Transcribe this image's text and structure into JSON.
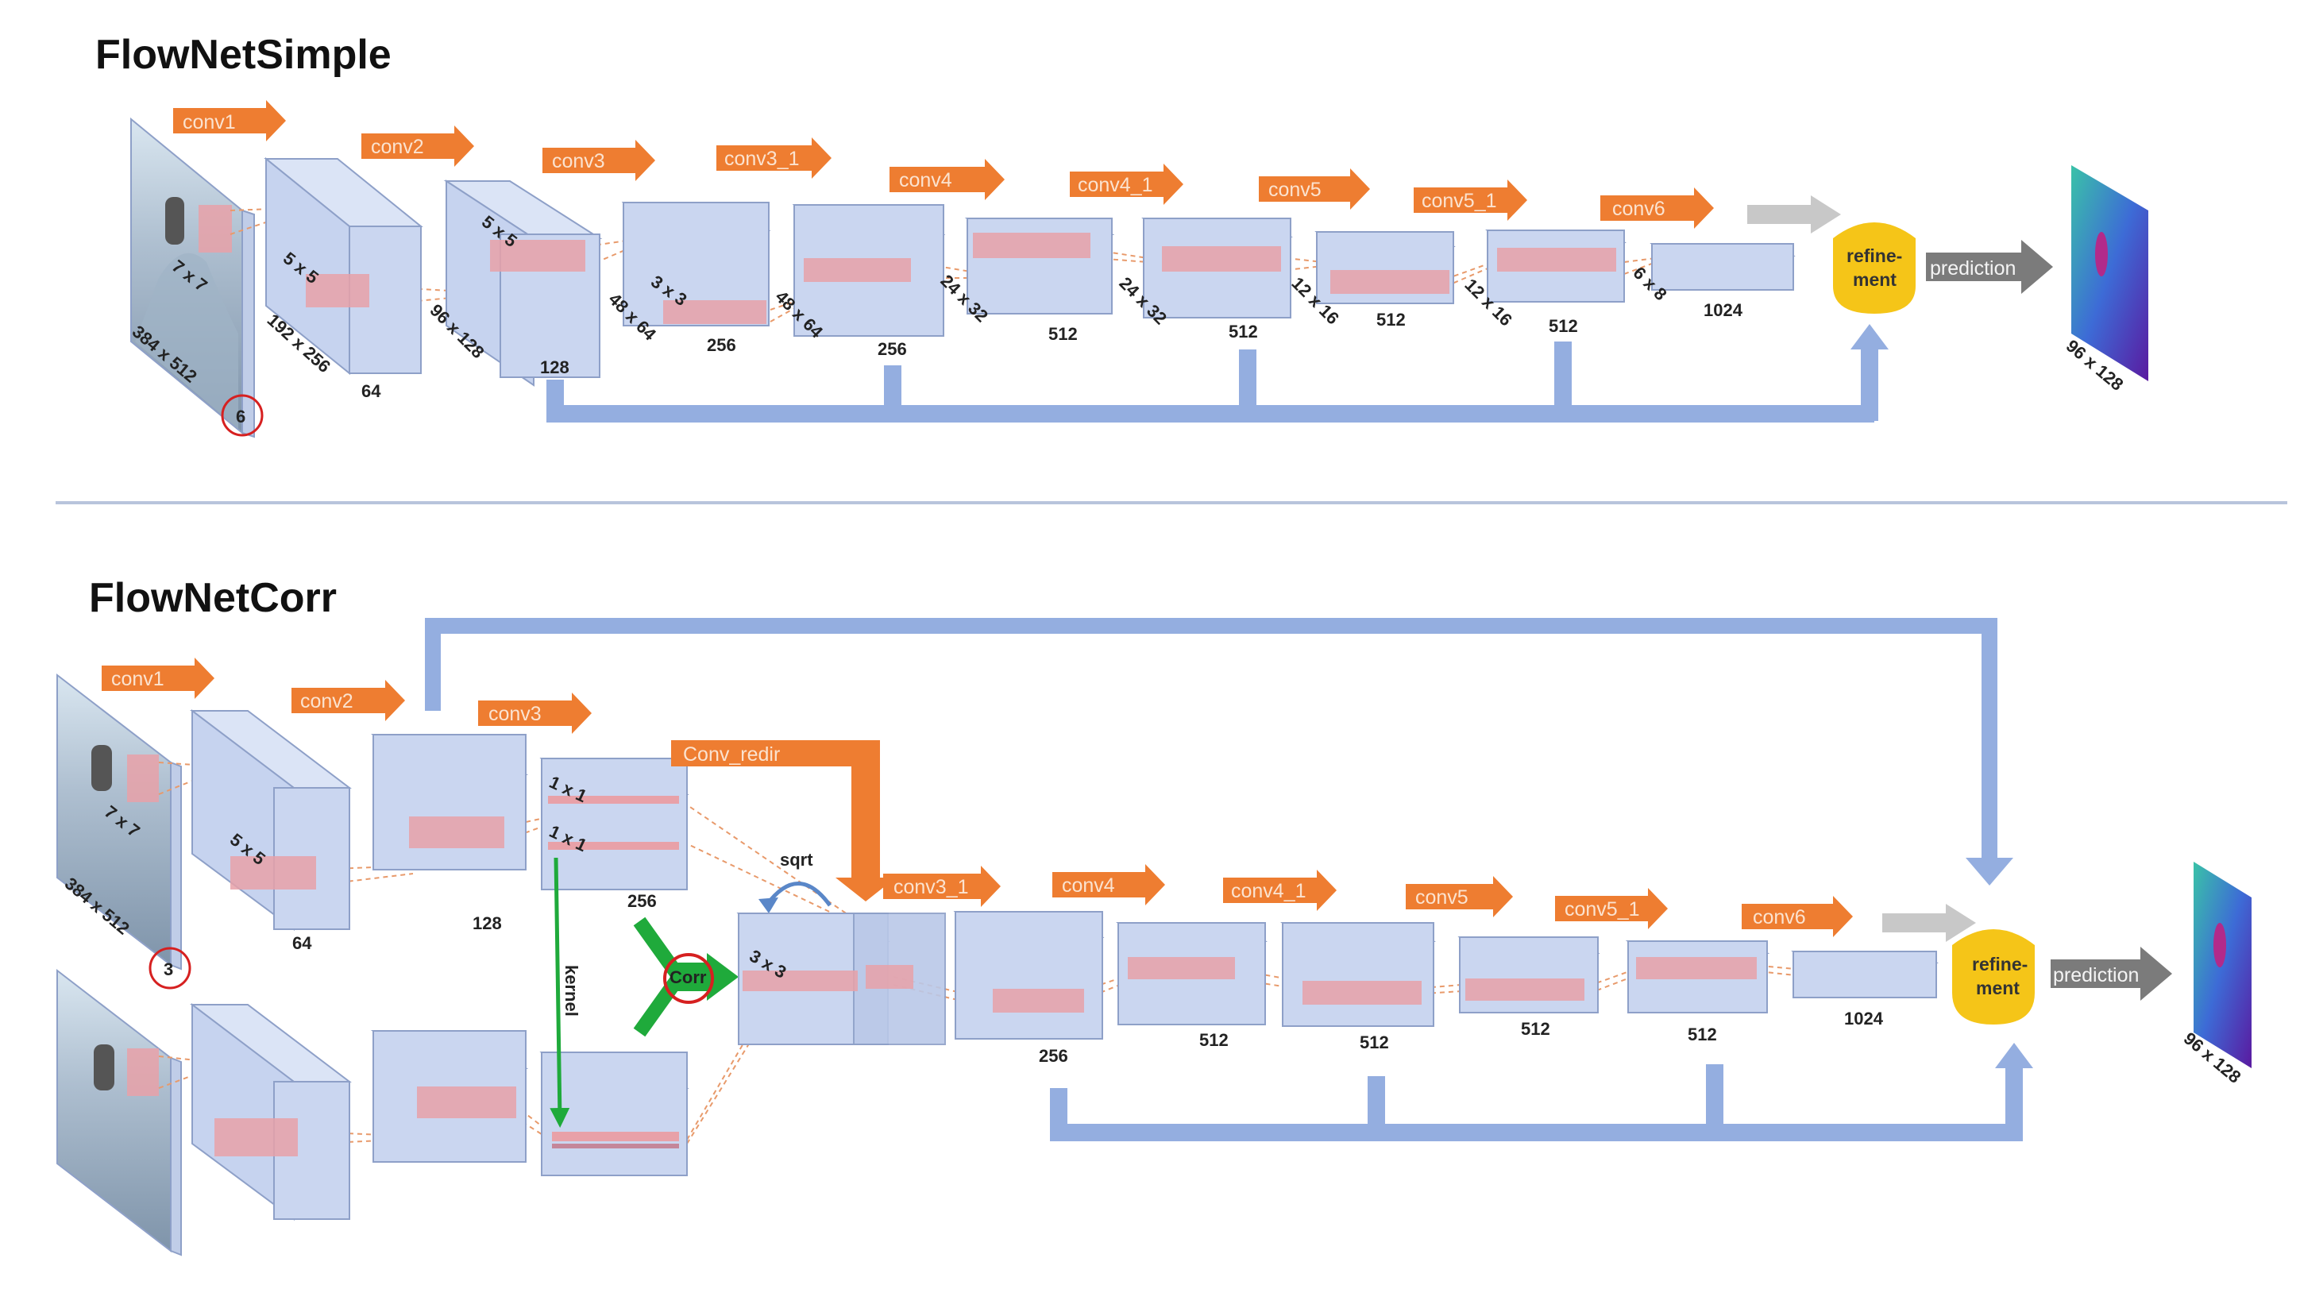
{
  "sections": {
    "simple": {
      "title": "FlowNetSimple",
      "input": {
        "size": "384 x 512",
        "kernel": "7 x 7",
        "channels": "6"
      },
      "ops": [
        "conv1",
        "conv2",
        "conv3",
        "conv3_1",
        "conv4",
        "conv4_1",
        "conv5",
        "conv5_1",
        "conv6"
      ],
      "blocks": [
        {
          "kernel": "5 x 5",
          "size": "192 x 256",
          "channels": "64"
        },
        {
          "kernel": "5 x 5",
          "size": "96 x 128",
          "channels": "128"
        },
        {
          "kernel": "3 x 3",
          "size": "48 x 64",
          "channels": "256"
        },
        {
          "kernel": "",
          "size": "48 x 64",
          "channels": "256"
        },
        {
          "kernel": "",
          "size": "24 x 32",
          "channels": "512"
        },
        {
          "kernel": "",
          "size": "24 x 32",
          "channels": "512"
        },
        {
          "kernel": "",
          "size": "12 x 16",
          "channels": "512"
        },
        {
          "kernel": "",
          "size": "12 x 16",
          "channels": "512"
        },
        {
          "kernel": "",
          "size": "6 x 8",
          "channels": "1024"
        }
      ],
      "refinement": [
        "refine-",
        "ment"
      ],
      "prediction": "prediction",
      "output_size": "96 x 128"
    },
    "corr": {
      "title": "FlowNetCorr",
      "input": {
        "size": "384 x 512",
        "kernel": "7 x 7",
        "channels": "3"
      },
      "ops": [
        "conv1",
        "conv2",
        "conv3",
        "Conv_redir",
        "conv3_1",
        "conv4",
        "conv4_1",
        "conv5",
        "conv5_1",
        "conv6"
      ],
      "blocks": [
        {
          "kernel": "5 x 5",
          "channels": "64"
        },
        {
          "kernel": "",
          "channels": "128"
        },
        {
          "kernel": "1 x 1",
          "kernel2": "1 x 1",
          "channels": "256"
        }
      ],
      "corr_label": "Corr",
      "kernel_label": "kernel",
      "sqrt_label": "sqrt",
      "corr_kernel": "3 x 3",
      "after_blocks": [
        "256",
        "512",
        "512",
        "512",
        "512",
        "1024"
      ],
      "refinement": [
        "refine-",
        "ment"
      ],
      "prediction": "prediction",
      "output_size": "96 x 128"
    }
  },
  "colors": {
    "block_face": "#cad6f0",
    "block_edge": "#8ea0c8",
    "arrow": "#ee7d31",
    "skip": "#94aee0",
    "refine": "#f5c518",
    "prediction": "#7b7b7b",
    "corr_green": "#1faa3b",
    "patch": "#e8a1a8"
  }
}
